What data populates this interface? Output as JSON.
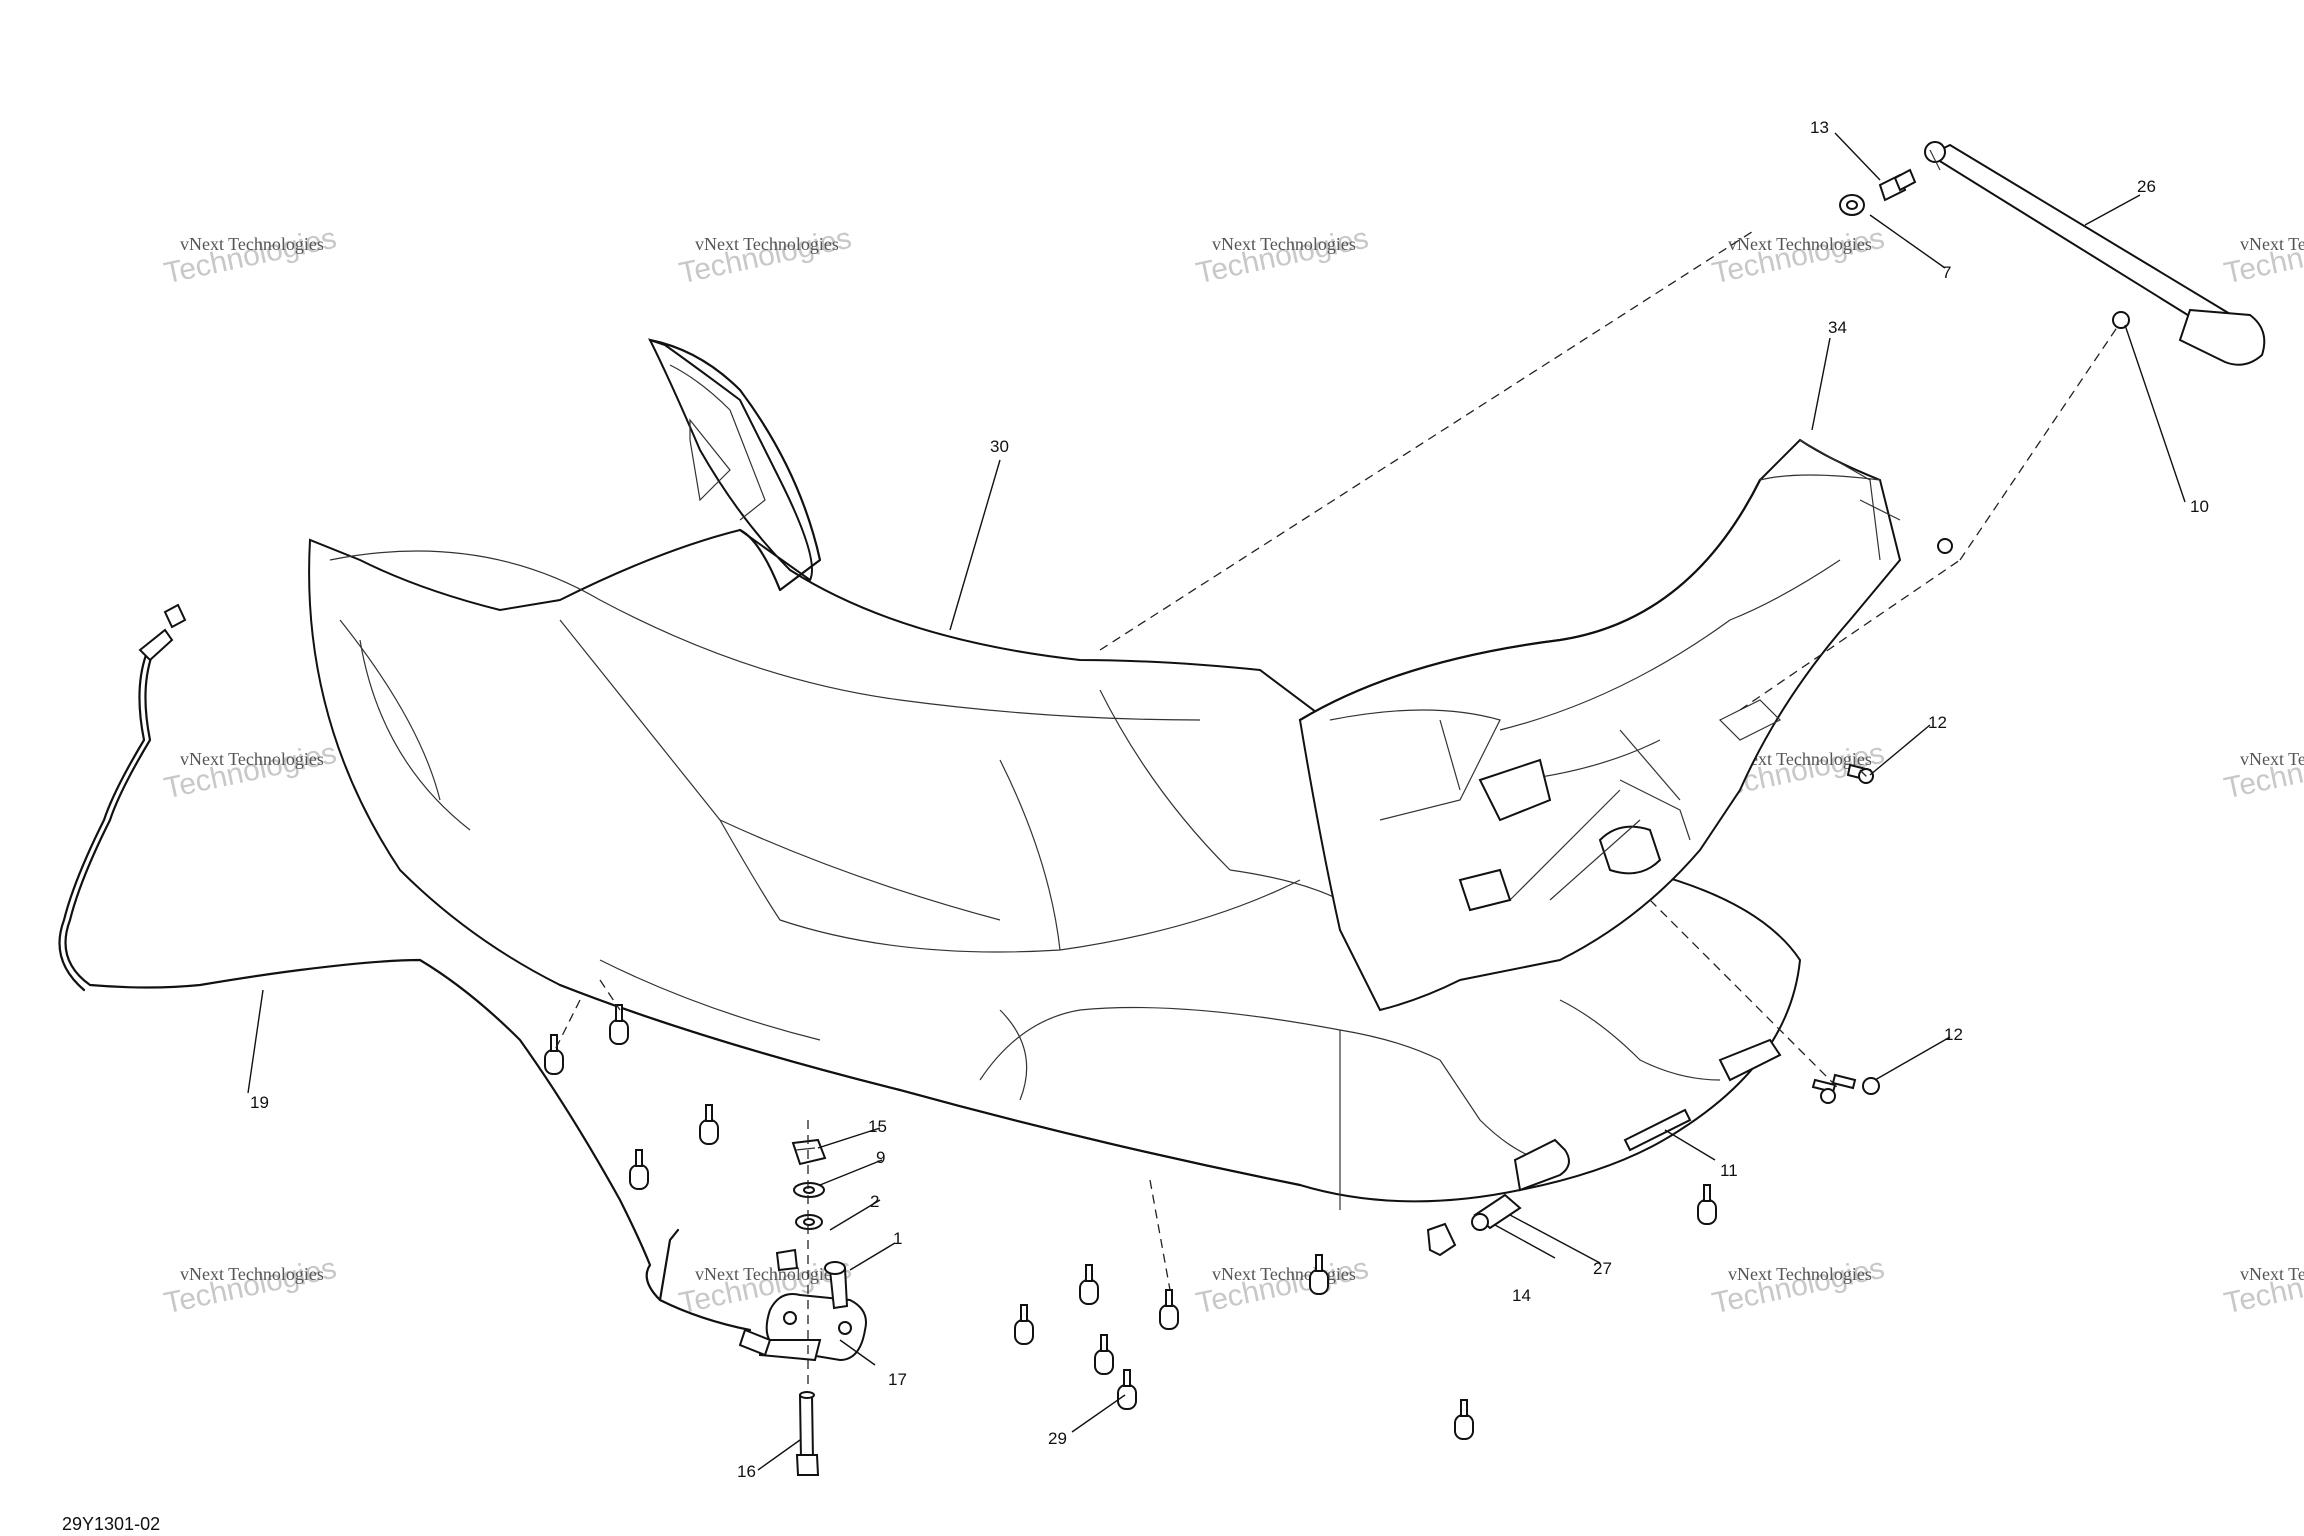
{
  "drawing_ref": "29Y1301-02",
  "watermark": {
    "small": "vNext Technologies",
    "large": "Technologies",
    "top": "vNext"
  },
  "callouts": {
    "c1": "1",
    "c2": "2",
    "c7": "7",
    "c9": "9",
    "c10": "10",
    "c11": "11",
    "c12a": "12",
    "c12b": "12",
    "c13": "13",
    "c14": "14",
    "c15": "15",
    "c16": "16",
    "c17": "17",
    "c19": "19",
    "c26": "26",
    "c27": "27",
    "c29": "29",
    "c30": "30",
    "c34": "34"
  }
}
